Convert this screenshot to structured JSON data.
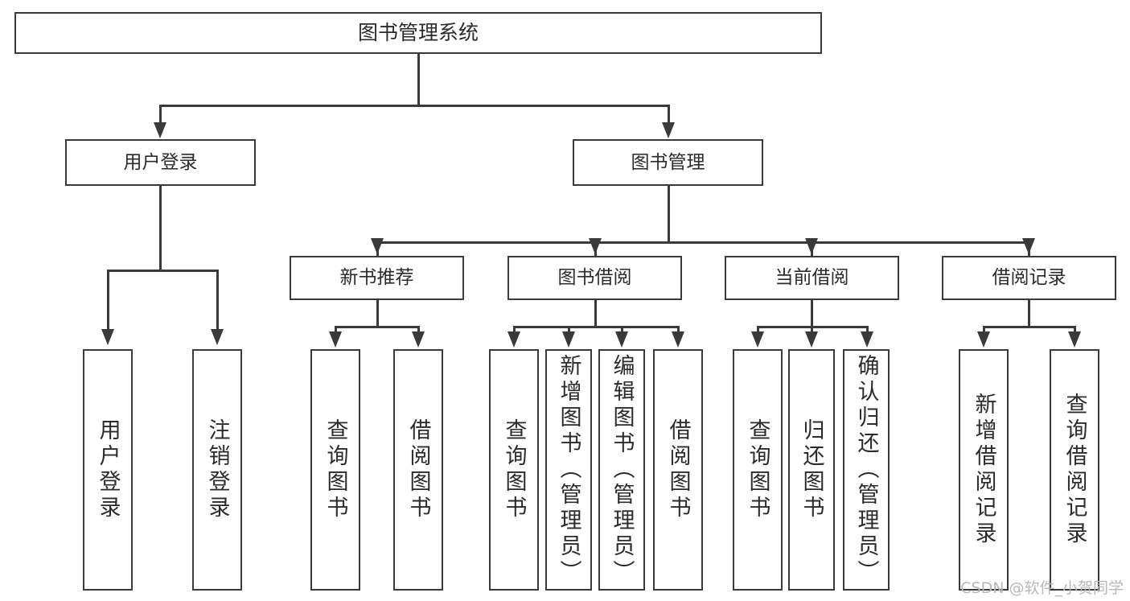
{
  "diagram": {
    "title": "图书管理系统",
    "type": "tree-hierarchy-diagram",
    "root": {
      "id": "root",
      "label": "图书管理系统"
    },
    "level2": [
      {
        "id": "user-login",
        "label": "用户登录"
      },
      {
        "id": "book-management",
        "label": "图书管理"
      }
    ],
    "level3": [
      {
        "id": "new-book-recommend",
        "label": "新书推荐"
      },
      {
        "id": "book-borrow",
        "label": "图书借阅"
      },
      {
        "id": "current-borrow",
        "label": "当前借阅"
      },
      {
        "id": "borrow-record",
        "label": "借阅记录"
      }
    ],
    "leaves": [
      {
        "id": "leaf-user-login",
        "label": "用户登录",
        "align": "mid"
      },
      {
        "id": "leaf-logout",
        "label": "注销登录",
        "align": "mid"
      },
      {
        "id": "leaf-query-book-1",
        "label": "查询图书",
        "align": "mid"
      },
      {
        "id": "leaf-borrow-book-1",
        "label": "借阅图书",
        "align": "mid"
      },
      {
        "id": "leaf-query-book-2",
        "label": "查询图书",
        "align": "mid"
      },
      {
        "id": "leaf-add-book",
        "label": "新增图书（管理员）",
        "align": "top"
      },
      {
        "id": "leaf-edit-book",
        "label": "编辑图书（管理员）",
        "align": "top"
      },
      {
        "id": "leaf-borrow-book-2",
        "label": "借阅图书",
        "align": "mid"
      },
      {
        "id": "leaf-query-book-3",
        "label": "查询图书",
        "align": "mid"
      },
      {
        "id": "leaf-return-book",
        "label": "归还图书",
        "align": "mid"
      },
      {
        "id": "leaf-confirm-return",
        "label": "确认归还（管理员）",
        "align": "top"
      },
      {
        "id": "leaf-add-record",
        "label": "新增借阅记录",
        "align": "mid"
      },
      {
        "id": "leaf-query-record",
        "label": "查询借阅记录",
        "align": "mid"
      }
    ],
    "watermark": "CSDN @软件_小贺同学",
    "colors": {
      "stroke": "#3a3a3a",
      "box_fill": "#ffffff",
      "text": "#2b2b2b",
      "watermark": "#b8b8b8",
      "background": "#ffffff"
    }
  }
}
